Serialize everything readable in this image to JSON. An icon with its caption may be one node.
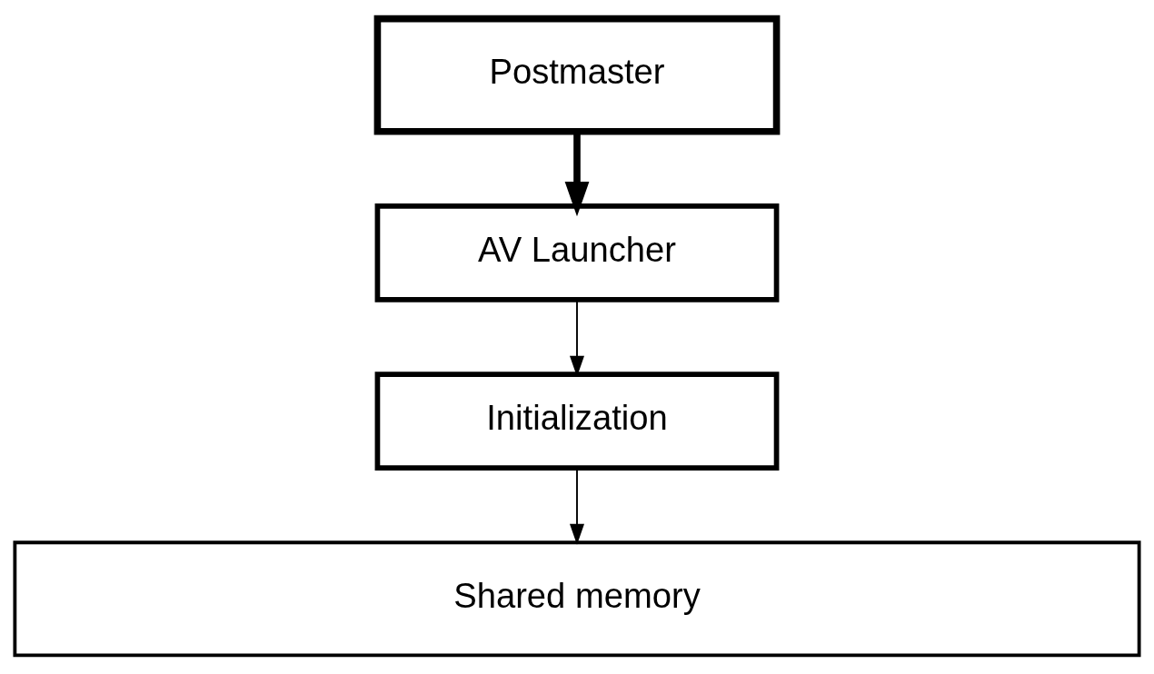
{
  "diagram": {
    "nodes": [
      {
        "text": [
          "Postmaster"
        ]
      },
      {
        "text": [
          "AV Launcher"
        ]
      },
      {
        "text": [
          "Initialization"
        ]
      },
      {
        "text": [
          "Shared memory"
        ]
      }
    ],
    "edges": [
      {
        "from": 0,
        "to": 1,
        "arrow": "to",
        "style": "thick"
      },
      {
        "from": 1,
        "to": 2,
        "arrow": "to"
      },
      {
        "from": 2,
        "to": 3,
        "arrow": "to"
      }
    ]
  }
}
